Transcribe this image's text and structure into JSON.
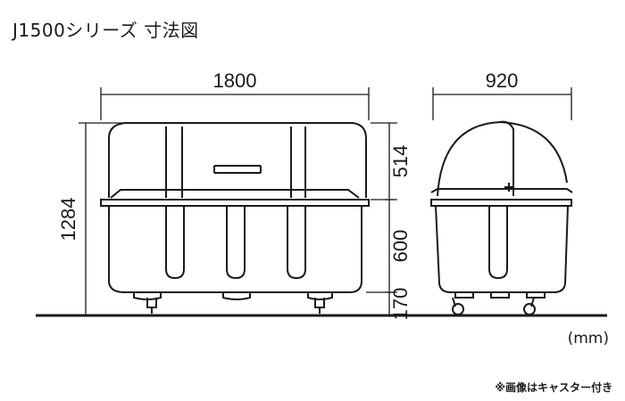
{
  "title": "J1500シリーズ 寸法図",
  "dimensions": {
    "width_front": "1800",
    "width_side": "920",
    "total_height": "1284",
    "lid_height": "514",
    "body_height": "600",
    "caster_height": "170"
  },
  "unit": "(mm)",
  "note": "※画像はキャスター付き"
}
